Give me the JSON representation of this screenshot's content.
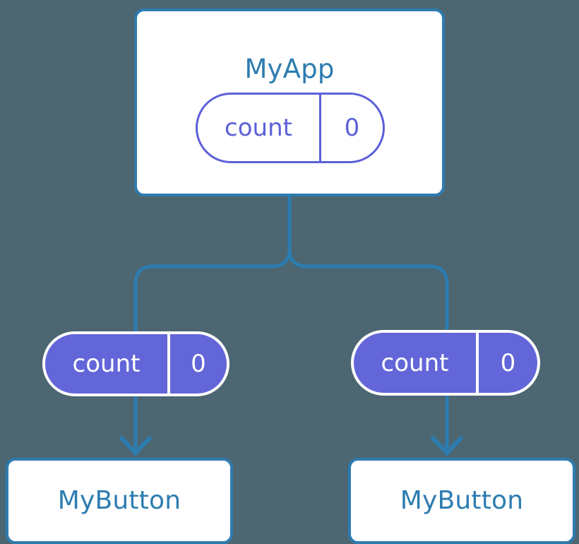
{
  "diagram": {
    "background_color": "#4c6672",
    "component_color": "#2d7cb0",
    "state_color": "#5c60d8",
    "state_fill_color": "#6366d8",
    "connector_color": "#2d7cb0"
  },
  "nodes": {
    "root": {
      "title": "MyApp",
      "state": {
        "key": "count",
        "value": "0"
      }
    },
    "left_prop": {
      "key": "count",
      "value": "0"
    },
    "right_prop": {
      "key": "count",
      "value": "0"
    },
    "left_child": {
      "title": "MyButton"
    },
    "right_child": {
      "title": "MyButton"
    }
  }
}
